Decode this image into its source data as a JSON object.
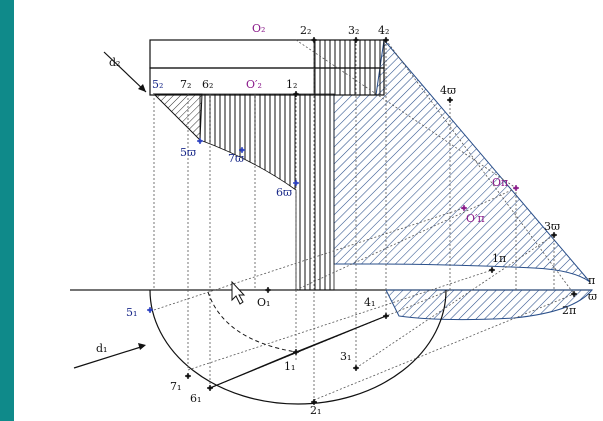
{
  "colors": {
    "frame": "#0f8a8a",
    "paper": "#ffffff",
    "line": "#222222",
    "hatch_blue": "#2a4f8a",
    "point_blue": "#2a3fc0",
    "label_purple": "#8a1a8a"
  },
  "labels": {
    "d2": "d₂",
    "d1": "d₁",
    "O2": "O₂",
    "O2p": "O′₂",
    "p2_2": "2₂",
    "p3_2": "3₂",
    "p4_2": "4₂",
    "p5_2": "5₂",
    "p7_2": "7₂",
    "p6_2": "6₂",
    "p1_2": "1₂",
    "p4w": "4ϖ",
    "p5w": "5ϖ",
    "p7w": "7ϖ",
    "p6w": "6ϖ",
    "pOpi": "Oπ",
    "pOpiPrime": "O′π",
    "p3w": "3ϖ",
    "p1pi": "1π",
    "p2pi": "2π",
    "pi": "π",
    "varpi": "ϖ",
    "p5_1": "5₁",
    "O1": "O₁",
    "p4_1": "4₁",
    "p1_1": "1₁",
    "p3_1": "3₁",
    "p7_1": "7₁",
    "p6_1": "6₁",
    "p2_1": "2₁"
  }
}
